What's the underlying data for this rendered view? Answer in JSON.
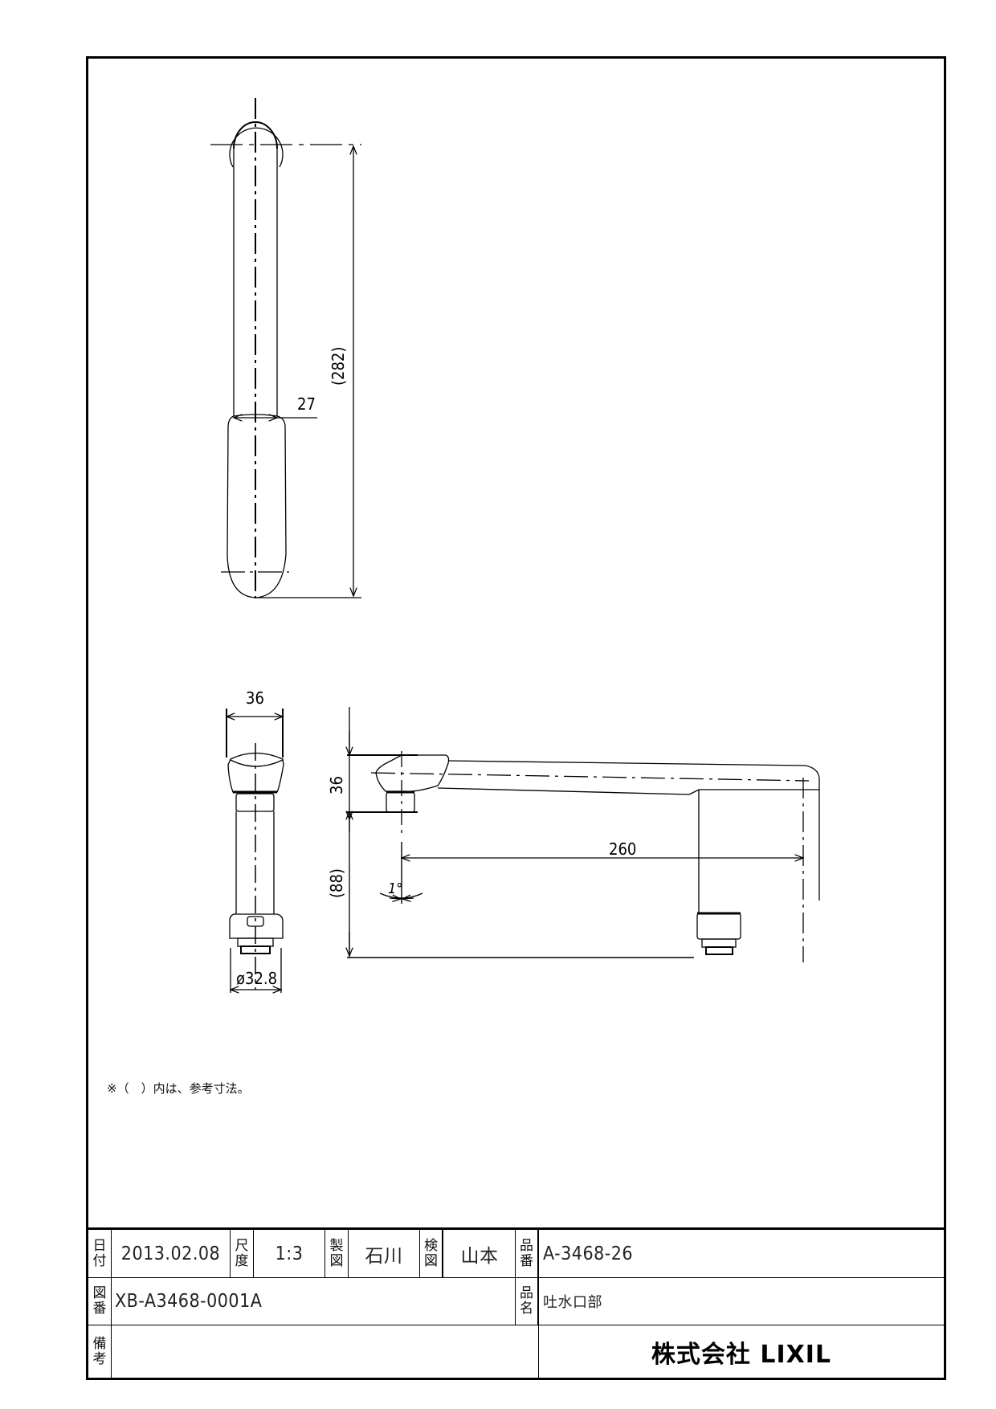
{
  "drawing": {
    "top_view": {
      "width_dim": "27",
      "length_dim": "(282)"
    },
    "front_view": {
      "width_dim": "36",
      "diameter_dim": "ø32.8"
    },
    "side_view": {
      "head_height_dim": "36",
      "lower_height_dim": "(88)",
      "reach_dim": "260",
      "angle_dim": "1°"
    },
    "note": "※（　）内は、参考寸法。"
  },
  "title_block": {
    "date_label": [
      "日",
      "付"
    ],
    "date_value": "2013.02.08",
    "scale_label": [
      "尺",
      "度"
    ],
    "scale_value": "1:3",
    "drawn_label": [
      "製",
      "図"
    ],
    "drawn_value": "石川",
    "checked_label": [
      "検",
      "図"
    ],
    "checked_value": "山本",
    "part_no_label": [
      "品",
      "番"
    ],
    "part_no_value": "A-3468-26",
    "drawing_no_label": [
      "図",
      "番"
    ],
    "drawing_no_value": "XB-A3468-0001A",
    "part_name_label": [
      "品",
      "名"
    ],
    "part_name_value": "吐水口部",
    "remarks_label": [
      "備",
      "考"
    ],
    "remarks_value": "",
    "company": "株式会社 LIXIL"
  }
}
